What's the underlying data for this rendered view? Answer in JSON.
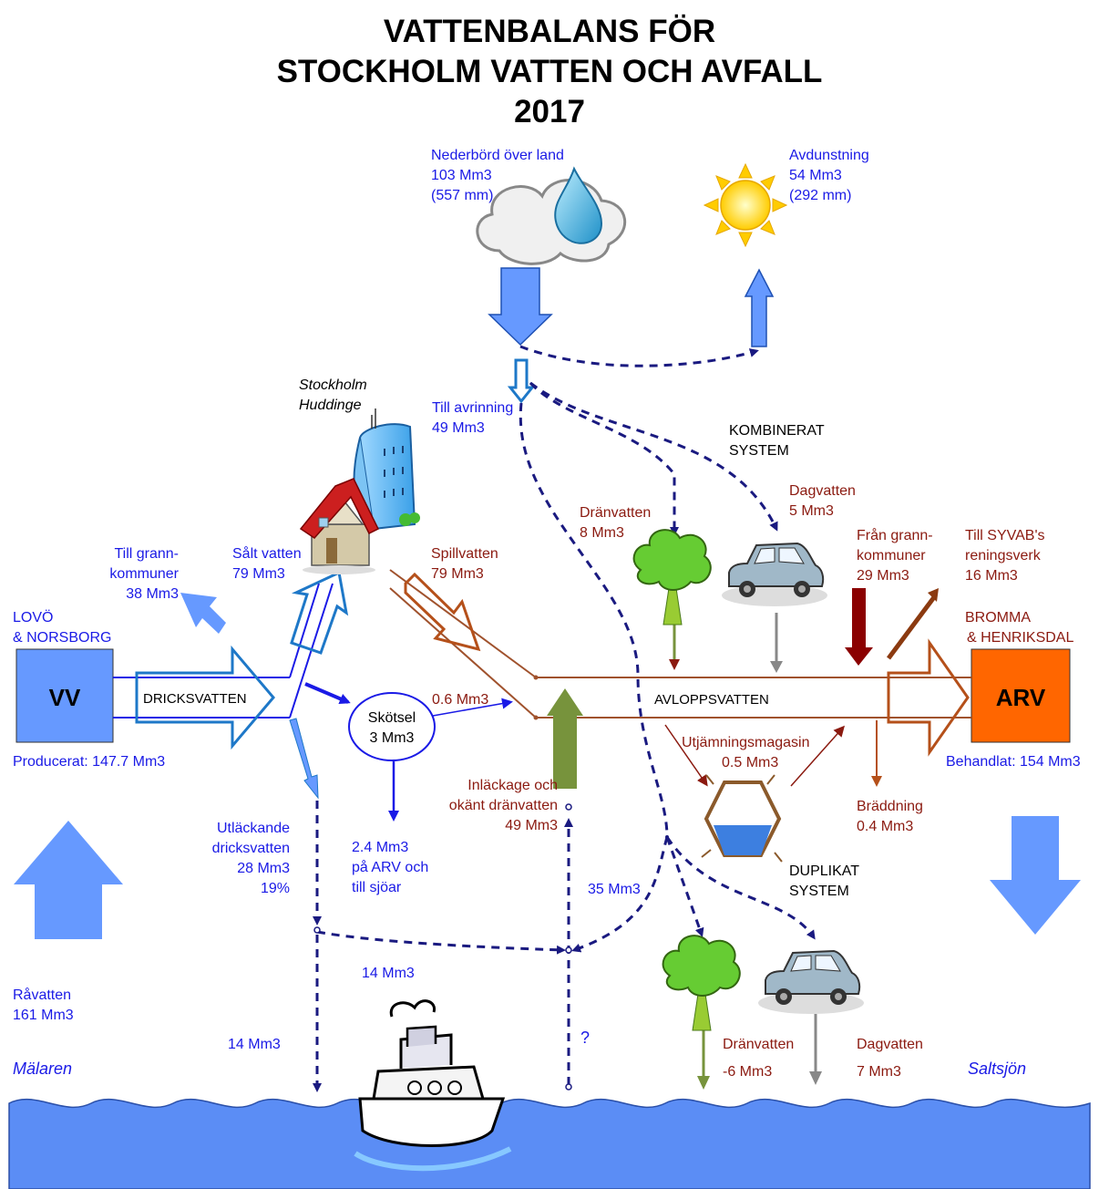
{
  "title": {
    "line1": "VATTENBALANS FÖR",
    "line2": "STOCKHOLM VATTEN OCH AVFALL",
    "line3": "2017"
  },
  "precipitation": {
    "label": "Nederbörd över land",
    "volume": "103 Mm3",
    "depth": "(557 mm)"
  },
  "evaporation": {
    "label": "Avdunstning",
    "volume": "54 Mm3",
    "depth": "(292 mm)"
  },
  "runoff": {
    "label": "Till avrinning",
    "volume": "49 Mm3"
  },
  "city": {
    "line1": "Stockholm",
    "line2": "Huddinge"
  },
  "combined_system": {
    "line1": "KOMBINERAT",
    "line2": "SYSTEM"
  },
  "duplicate_system": {
    "line1": "DUPLIKAT",
    "line2": "SYSTEM"
  },
  "combined_drainage": {
    "label": "Dränvatten",
    "volume": "8 Mm3"
  },
  "combined_stormwater": {
    "label": "Dagvatten",
    "volume": "5 Mm3"
  },
  "from_neighbours": {
    "line1": "Från grann-",
    "line2": "kommuner",
    "volume": "29 Mm3"
  },
  "to_syvab": {
    "line1": "Till SYVAB's",
    "line2": "reningsverk",
    "volume": "16 Mm3"
  },
  "arv_plants": {
    "line1": "BROMMA",
    "line2": "& HENRIKSDAL"
  },
  "to_neighbours": {
    "line1": "Till grann-",
    "line2": "kommuner",
    "volume": "38 Mm3"
  },
  "sold_water": {
    "label": "Sålt vatten",
    "volume": "79 Mm3"
  },
  "wastewater_in": {
    "label": "Spillvatten",
    "volume": "79 Mm3"
  },
  "vv_plants": {
    "line1": "LOVÖ",
    "line2": "& NORSBORG"
  },
  "vv": {
    "label": "VV",
    "produced": "Producerat: 147.7 Mm3"
  },
  "drinking_water": {
    "label": "DRICKSVATTEN"
  },
  "maintenance": {
    "line1": "Skötsel",
    "line2": "3 Mm3"
  },
  "maintenance_to_arv": {
    "volume": "0.6 Mm3"
  },
  "maintenance_rest": {
    "volume": "2.4 Mm3",
    "line2": "på ARV och",
    "line3": "till sjöar"
  },
  "sewage": {
    "label": "AVLOPPSVATTEN"
  },
  "arv": {
    "label": "ARV",
    "treated": "Behandlat: 154 Mm3"
  },
  "storage": {
    "label": "Utjämningsmagasin",
    "volume": "0.5 Mm3"
  },
  "overflow": {
    "label": "Bräddning",
    "volume": "0.4 Mm3"
  },
  "infiltration": {
    "line1": "Inläckage och",
    "line2": "okänt dränvatten",
    "volume": "49 Mm3"
  },
  "leakage": {
    "line1": "Utläckande",
    "line2": "dricksvatten",
    "volume": "28 Mm3",
    "percent": "19%"
  },
  "runoff_35": {
    "volume": "35 Mm3"
  },
  "leak_to_junction": {
    "volume": "14 Mm3"
  },
  "leak_to_lake": {
    "volume": "14 Mm3"
  },
  "unknown": {
    "label": "?"
  },
  "raw_water": {
    "label": "Råvatten",
    "volume": "161 Mm3"
  },
  "lake_malaren": {
    "label": "Mälaren"
  },
  "lake_saltsjon": {
    "label": "Saltsjön"
  },
  "duplicate_drainage": {
    "label": "Dränvatten",
    "volume": "-6 Mm3"
  },
  "duplicate_stormwater": {
    "label": "Dagvatten",
    "volume": "7 Mm3"
  },
  "colors": {
    "text_blue": "#1a1ae6",
    "text_brown": "#8b1a10",
    "water_blue": "#6699ff",
    "vv_box": "#6699ff",
    "arv_box": "#ff6600",
    "dash_navy": "#1a1a80",
    "sewer_brown": "#a0522d"
  }
}
